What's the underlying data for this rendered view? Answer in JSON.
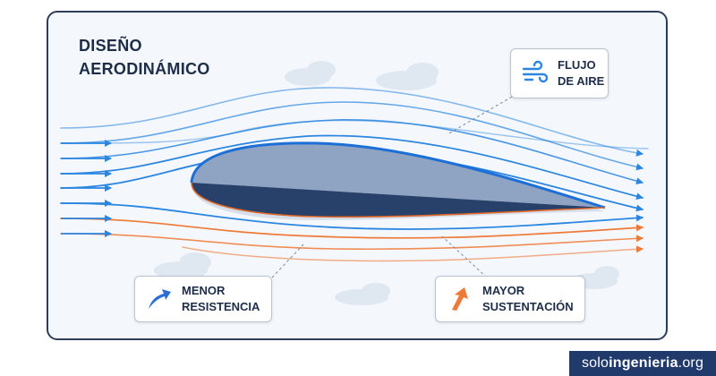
{
  "title": {
    "line1": "DISEÑO",
    "line2": "AERODINÁMICO"
  },
  "callouts": {
    "airflow": {
      "line1": "FLUJO",
      "line2": "DE AIRE",
      "icon": "wind-icon"
    },
    "drag": {
      "line1": "MENOR",
      "line2": "RESISTENCIA",
      "icon": "arrow-up-right-icon",
      "color": "#2b6fd6"
    },
    "lift": {
      "line1": "MAYOR",
      "line2": "SUSTENTACIÓN",
      "icon": "arrow-up-right-icon",
      "color": "#ee7a3a"
    }
  },
  "brand": {
    "prefix": "solo",
    "name": "ingenieria",
    "suffix": ".org"
  },
  "colors": {
    "upper_flow": "#2a86e0",
    "lower_flow": "#ee7a3a",
    "airfoil_top": "#8fa3c2",
    "airfoil_bottom": "#27416a",
    "brand_bg": "#1f3a6b"
  }
}
